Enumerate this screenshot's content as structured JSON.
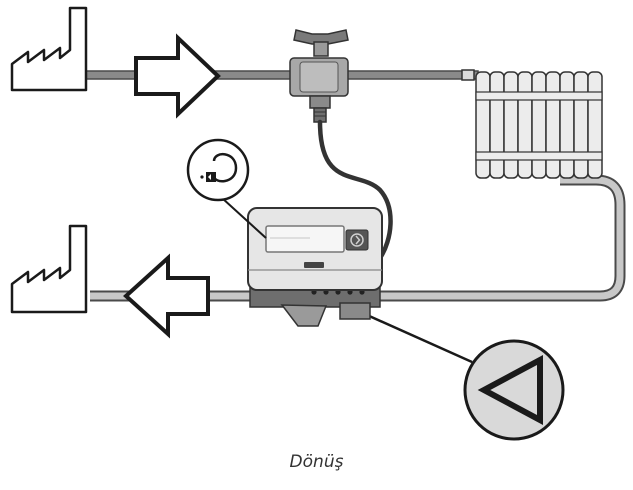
{
  "diagram": {
    "caption": "Dönüş",
    "components": [
      {
        "name": "supply-factory-icon"
      },
      {
        "name": "return-factory-icon"
      },
      {
        "name": "flow-arrow-right-icon"
      },
      {
        "name": "flow-arrow-left-icon"
      },
      {
        "name": "ball-valve-icon"
      },
      {
        "name": "temperature-sensor-cable"
      },
      {
        "name": "radiator-icon"
      },
      {
        "name": "heat-meter-device"
      },
      {
        "name": "installation-symbol-callout"
      },
      {
        "name": "return-triangle-callout"
      }
    ]
  },
  "colors": {
    "pipe": "#8a8a8a",
    "pipe_outline": "#4a4a4a",
    "device_body": "#e6e6e6",
    "device_dark": "#555555",
    "callout_fill": "#d9d9d9",
    "outline": "#1a1a1a"
  }
}
